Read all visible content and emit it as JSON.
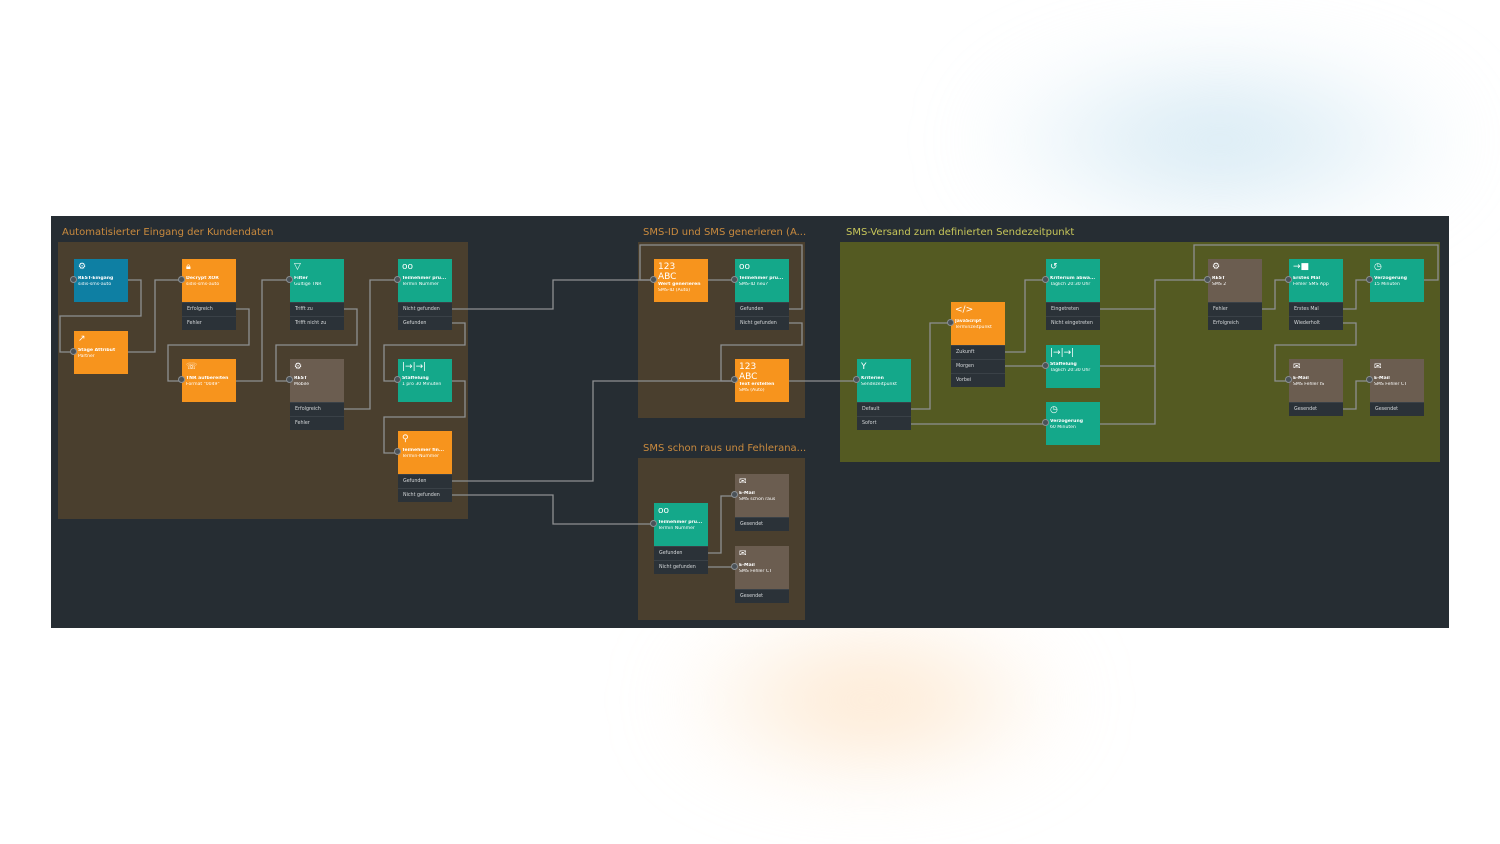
{
  "colors": {
    "canvas": "#262d33",
    "group_brown": "#4a3f2e",
    "group_olive": "#545a22",
    "blue": "#0e7fa3",
    "orange": "#f7941d",
    "teal": "#14a88a",
    "brown": "#6b5d50"
  },
  "groups": [
    {
      "title": "Automatisierter Eingang der Kundendaten",
      "nodes": [
        {
          "type": "blue",
          "icon": "gears-icon",
          "glyph": "⚙",
          "title": "REST-Eingang",
          "subtitle": "sidis-sms-auto",
          "rows": []
        },
        {
          "type": "orange",
          "icon": "external-link-icon",
          "glyph": "↗",
          "title": "Stage Attribut",
          "subtitle": "Partner",
          "rows": []
        },
        {
          "type": "orange",
          "icon": "lock-icon",
          "glyph": "🔒︎",
          "title": "Decrypt XOR",
          "subtitle": "sidis-sms-auto",
          "rows": [
            "Erfolgreich",
            "Fehler"
          ]
        },
        {
          "type": "orange",
          "icon": "phone-icon",
          "glyph": "☏",
          "title": "TNR aufbereiten",
          "subtitle": "Format \"0049\"",
          "rows": []
        },
        {
          "type": "teal",
          "icon": "filter-icon",
          "glyph": "▽",
          "title": "Filter",
          "subtitle": "Gültige TNR",
          "rows": [
            "Trifft zu",
            "Trifft nicht zu"
          ]
        },
        {
          "type": "brown",
          "icon": "gears-icon",
          "glyph": "⚙",
          "title": "REST",
          "subtitle": "Mobile",
          "rows": [
            "Erfolgreich",
            "Fehler"
          ]
        },
        {
          "type": "teal",
          "icon": "binoculars-icon",
          "glyph": "oo",
          "title": "Teilnehmer prü...",
          "subtitle": "Termin Nummer",
          "rows": [
            "Nicht gefunden",
            "Gefunden"
          ]
        },
        {
          "type": "teal",
          "icon": "staggering-icon",
          "glyph": "|→|→|",
          "title": "Staffelung",
          "subtitle": "1 pro 30 Minuten",
          "rows": []
        },
        {
          "type": "orange",
          "icon": "person-search-icon",
          "glyph": "⚲",
          "title": "Teilnehmer fin...",
          "subtitle": "Termin-Nummer",
          "rows": [
            "Gefunden",
            "Nicht gefunden"
          ]
        }
      ]
    },
    {
      "title": "SMS-ID und SMS generieren (A...",
      "nodes": [
        {
          "type": "orange",
          "icon": "value-icon",
          "glyph": "123\nABC",
          "title": "Wert generieren",
          "subtitle": "SMS-ID (Auto)",
          "rows": []
        },
        {
          "type": "teal",
          "icon": "binoculars-icon",
          "glyph": "oo",
          "title": "Teilnehmer prü...",
          "subtitle": "SMS-ID neu?",
          "rows": [
            "Gefunden",
            "Nicht gefunden"
          ]
        },
        {
          "type": "orange",
          "icon": "text-icon",
          "glyph": "123\nABC",
          "title": "Text erstellen",
          "subtitle": "SMS (Auto)",
          "rows": []
        }
      ]
    },
    {
      "title": "SMS schon raus und Fehlerana...",
      "nodes": [
        {
          "type": "teal",
          "icon": "binoculars-icon",
          "glyph": "oo",
          "title": "Teilnehmer prü...",
          "subtitle": "Termin Nummer",
          "rows": [
            "Gefunden",
            "Nicht gefunden"
          ]
        },
        {
          "type": "brown",
          "icon": "mail-icon",
          "glyph": "✉",
          "title": "E-Mail",
          "subtitle": "SMS schon raus",
          "rows": [
            "Gesendet"
          ]
        },
        {
          "type": "brown",
          "icon": "mail-icon",
          "glyph": "✉",
          "title": "E-Mail",
          "subtitle": "SMS Fehler CT",
          "rows": [
            "Gesendet"
          ]
        }
      ]
    },
    {
      "title": "SMS-Versand zum definierten Sendezeitpunkt",
      "nodes": [
        {
          "type": "teal",
          "icon": "antenna-icon",
          "glyph": "Y",
          "title": "Kriterien",
          "subtitle": "Sendezeitpunkt",
          "rows": [
            "Default",
            "Sofort"
          ]
        },
        {
          "type": "orange",
          "icon": "code-icon",
          "glyph": "</>",
          "title": "JavaScript",
          "subtitle": "Terminzeitpunkt",
          "rows": [
            "Zukunft",
            "Morgen",
            "Vorbei"
          ]
        },
        {
          "type": "teal",
          "icon": "history-icon",
          "glyph": "↺",
          "title": "Kriterium abwa...",
          "subtitle": "Täglich 20:30 Uhr",
          "rows": [
            "Eingetreten",
            "Nicht eingetreten"
          ]
        },
        {
          "type": "teal",
          "icon": "staggering-icon",
          "glyph": "|→|→|",
          "title": "Staffelung",
          "subtitle": "Täglich 20:30 Uhr",
          "rows": []
        },
        {
          "type": "teal",
          "icon": "stopwatch-icon",
          "glyph": "◷",
          "title": "Verzögerung",
          "subtitle": "60 Minuten",
          "rows": []
        },
        {
          "type": "brown",
          "icon": "gears-icon",
          "glyph": "⚙",
          "title": "REST",
          "subtitle": "SMS 2",
          "rows": [
            "Fehler",
            "Erfolgreich"
          ]
        },
        {
          "type": "teal",
          "icon": "first-time-icon",
          "glyph": "→■",
          "title": "Erstes Mal",
          "subtitle": "Fehler SMS App",
          "rows": [
            "Erstes Mal",
            "Wiederholt"
          ]
        },
        {
          "type": "teal",
          "icon": "stopwatch-icon",
          "glyph": "◷",
          "title": "Verzögerung",
          "subtitle": "15 Minuten",
          "rows": []
        },
        {
          "type": "brown",
          "icon": "mail-icon",
          "glyph": "✉",
          "title": "E-Mail",
          "subtitle": "SMS Fehler IS",
          "rows": [
            "Gesendet"
          ]
        },
        {
          "type": "brown",
          "icon": "mail-icon",
          "glyph": "✉",
          "title": "E-Mail",
          "subtitle": "SMS Fehler CT",
          "rows": [
            "Gesendet"
          ]
        }
      ]
    }
  ]
}
